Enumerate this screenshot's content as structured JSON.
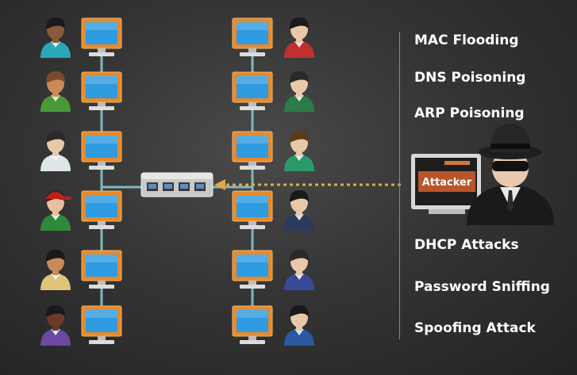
{
  "attacks_top": [
    {
      "label": "MAC Flooding"
    },
    {
      "label": "DNS Poisoning"
    },
    {
      "label": "ARP Poisoning"
    }
  ],
  "attacks_bottom": [
    {
      "label": "DHCP Attacks"
    },
    {
      "label": "Password Sniffing"
    },
    {
      "label": "Spoofing Attack"
    }
  ],
  "attacker": {
    "label": "Attacker"
  },
  "colors": {
    "link": "#7fb8bf",
    "attack_arrow": "#e0a84a",
    "monitor_frame": "#e88a2a",
    "screen": "#2f9be0",
    "switch": "#c9c9c9",
    "switch_port": "#5a8fc0"
  },
  "left_users": [
    {
      "skin": "#8a5a3a",
      "hair": "#1a1a1a",
      "shirt": "#2aa8b8",
      "hat": ""
    },
    {
      "skin": "#c98a5a",
      "hair": "#7a4a2a",
      "shirt": "#4a9a3a",
      "hat": ""
    },
    {
      "skin": "#e8c8a8",
      "hair": "#2a2a2a",
      "shirt": "#dfe6ea",
      "hat": ""
    },
    {
      "skin": "#e8c0a0",
      "hair": "#2a2a2a",
      "shirt": "#2e8a3a",
      "hat": "#c0201a"
    },
    {
      "skin": "#c98a5a",
      "hair": "#1a1a1a",
      "shirt": "#e0c47a",
      "hat": ""
    },
    {
      "skin": "#6a3a2a",
      "hair": "#1a1a1a",
      "shirt": "#6a4aa0",
      "hat": ""
    }
  ],
  "right_users": [
    {
      "skin": "#e8c8a8",
      "hair": "#1a1a1a",
      "shirt": "#c03030",
      "hat": ""
    },
    {
      "skin": "#e8c8a8",
      "hair": "#2a2a2a",
      "shirt": "#2e7a4a",
      "hat": ""
    },
    {
      "skin": "#e8c8a8",
      "hair": "#5a3a1a",
      "shirt": "#2a9a6a",
      "hat": ""
    },
    {
      "skin": "#e8c8a8",
      "hair": "#1a1a1a",
      "shirt": "#2a3a5a",
      "hat": ""
    },
    {
      "skin": "#e8c8a8",
      "hair": "#2a2a2a",
      "shirt": "#3a4a9a",
      "hat": ""
    },
    {
      "skin": "#e8c8a8",
      "hair": "#1a1a1a",
      "shirt": "#2a5aa0",
      "hat": ""
    }
  ]
}
